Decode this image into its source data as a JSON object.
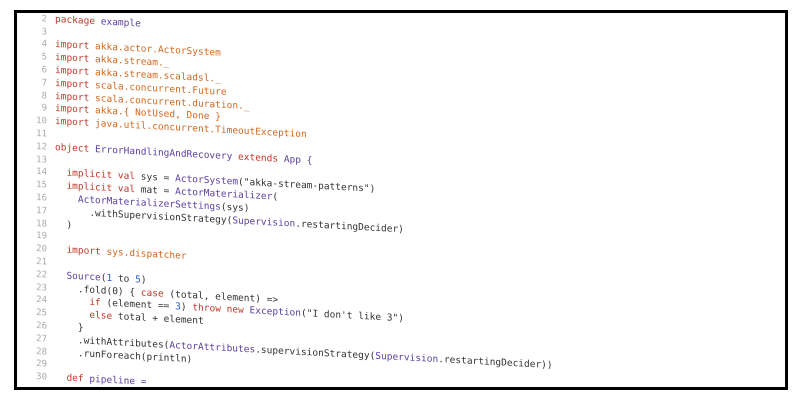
{
  "lines": [
    [],
    [
      [
        "package",
        "kw"
      ],
      [
        " example",
        "id"
      ]
    ],
    [],
    [
      [
        "import",
        "kw"
      ],
      [
        " akka.actor.ActorSystem",
        "pk"
      ]
    ],
    [
      [
        "import",
        "kw"
      ],
      [
        " akka.stream._",
        "pk"
      ]
    ],
    [
      [
        "import",
        "kw"
      ],
      [
        " akka.stream.scaladsl._",
        "pk"
      ]
    ],
    [
      [
        "import",
        "kw"
      ],
      [
        " scala.concurrent.Future",
        "pk"
      ]
    ],
    [
      [
        "import",
        "kw"
      ],
      [
        " scala.concurrent.duration._",
        "pk"
      ]
    ],
    [
      [
        "import",
        "kw"
      ],
      [
        " akka.{ NotUsed, Done }",
        "pk"
      ]
    ],
    [
      [
        "import",
        "kw"
      ],
      [
        " java.util.concurrent.TimeoutException",
        "pk"
      ]
    ],
    [],
    [
      [
        "object",
        "kw"
      ],
      [
        " ErrorHandlingAndRecovery",
        "id"
      ],
      [
        " extends",
        "kw"
      ],
      [
        " App {",
        "id"
      ]
    ],
    [],
    [
      [
        "  implicit val",
        "kw"
      ],
      [
        " sys = ",
        "tx"
      ],
      [
        "ActorSystem",
        "id"
      ],
      [
        "(\"akka-stream-patterns\")",
        "st"
      ]
    ],
    [
      [
        "  implicit val",
        "kw"
      ],
      [
        " mat = ",
        "tx"
      ],
      [
        "ActorMaterializer",
        "id"
      ],
      [
        "(",
        "tx"
      ]
    ],
    [
      [
        "    ActorMaterializerSettings",
        "id"
      ],
      [
        "(sys)",
        "tx"
      ]
    ],
    [
      [
        "      .withSupervisionStrategy(",
        "tx"
      ],
      [
        "Supervision",
        "id"
      ],
      [
        ".restartingDecider)",
        "tx"
      ]
    ],
    [
      [
        "  )",
        "tx"
      ]
    ],
    [],
    [
      [
        "  import",
        "kw"
      ],
      [
        " sys.dispatcher",
        "pk"
      ]
    ],
    [],
    [
      [
        "  Source",
        "id"
      ],
      [
        "(",
        "tx"
      ],
      [
        "1",
        "nm"
      ],
      [
        " to ",
        "tx"
      ],
      [
        "5",
        "nm"
      ],
      [
        ")",
        "tx"
      ]
    ],
    [
      [
        "    .fold(0) { ",
        "tx"
      ],
      [
        "case",
        "kw"
      ],
      [
        " (total, element) =>",
        "tx"
      ]
    ],
    [
      [
        "      if",
        "kw"
      ],
      [
        " (element == ",
        "tx"
      ],
      [
        "3",
        "nm"
      ],
      [
        ") ",
        "tx"
      ],
      [
        "throw new",
        "kw"
      ],
      [
        " Exception",
        "id"
      ],
      [
        "(\"I don't like 3\")",
        "st"
      ]
    ],
    [
      [
        "      else",
        "kw"
      ],
      [
        " total + element",
        "tx"
      ]
    ],
    [
      [
        "    }",
        "tx"
      ]
    ],
    [
      [
        "    .withAttributes(",
        "tx"
      ],
      [
        "ActorAttributes",
        "id"
      ],
      [
        ".supervisionStrategy(",
        "tx"
      ],
      [
        "Supervision",
        "id"
      ],
      [
        ".restartingDecider))",
        "tx"
      ]
    ],
    [
      [
        "    .runForeach(println)",
        "tx"
      ]
    ],
    [],
    [
      [
        "  def",
        "kw"
      ],
      [
        " pipeline = ",
        "id"
      ]
    ]
  ]
}
